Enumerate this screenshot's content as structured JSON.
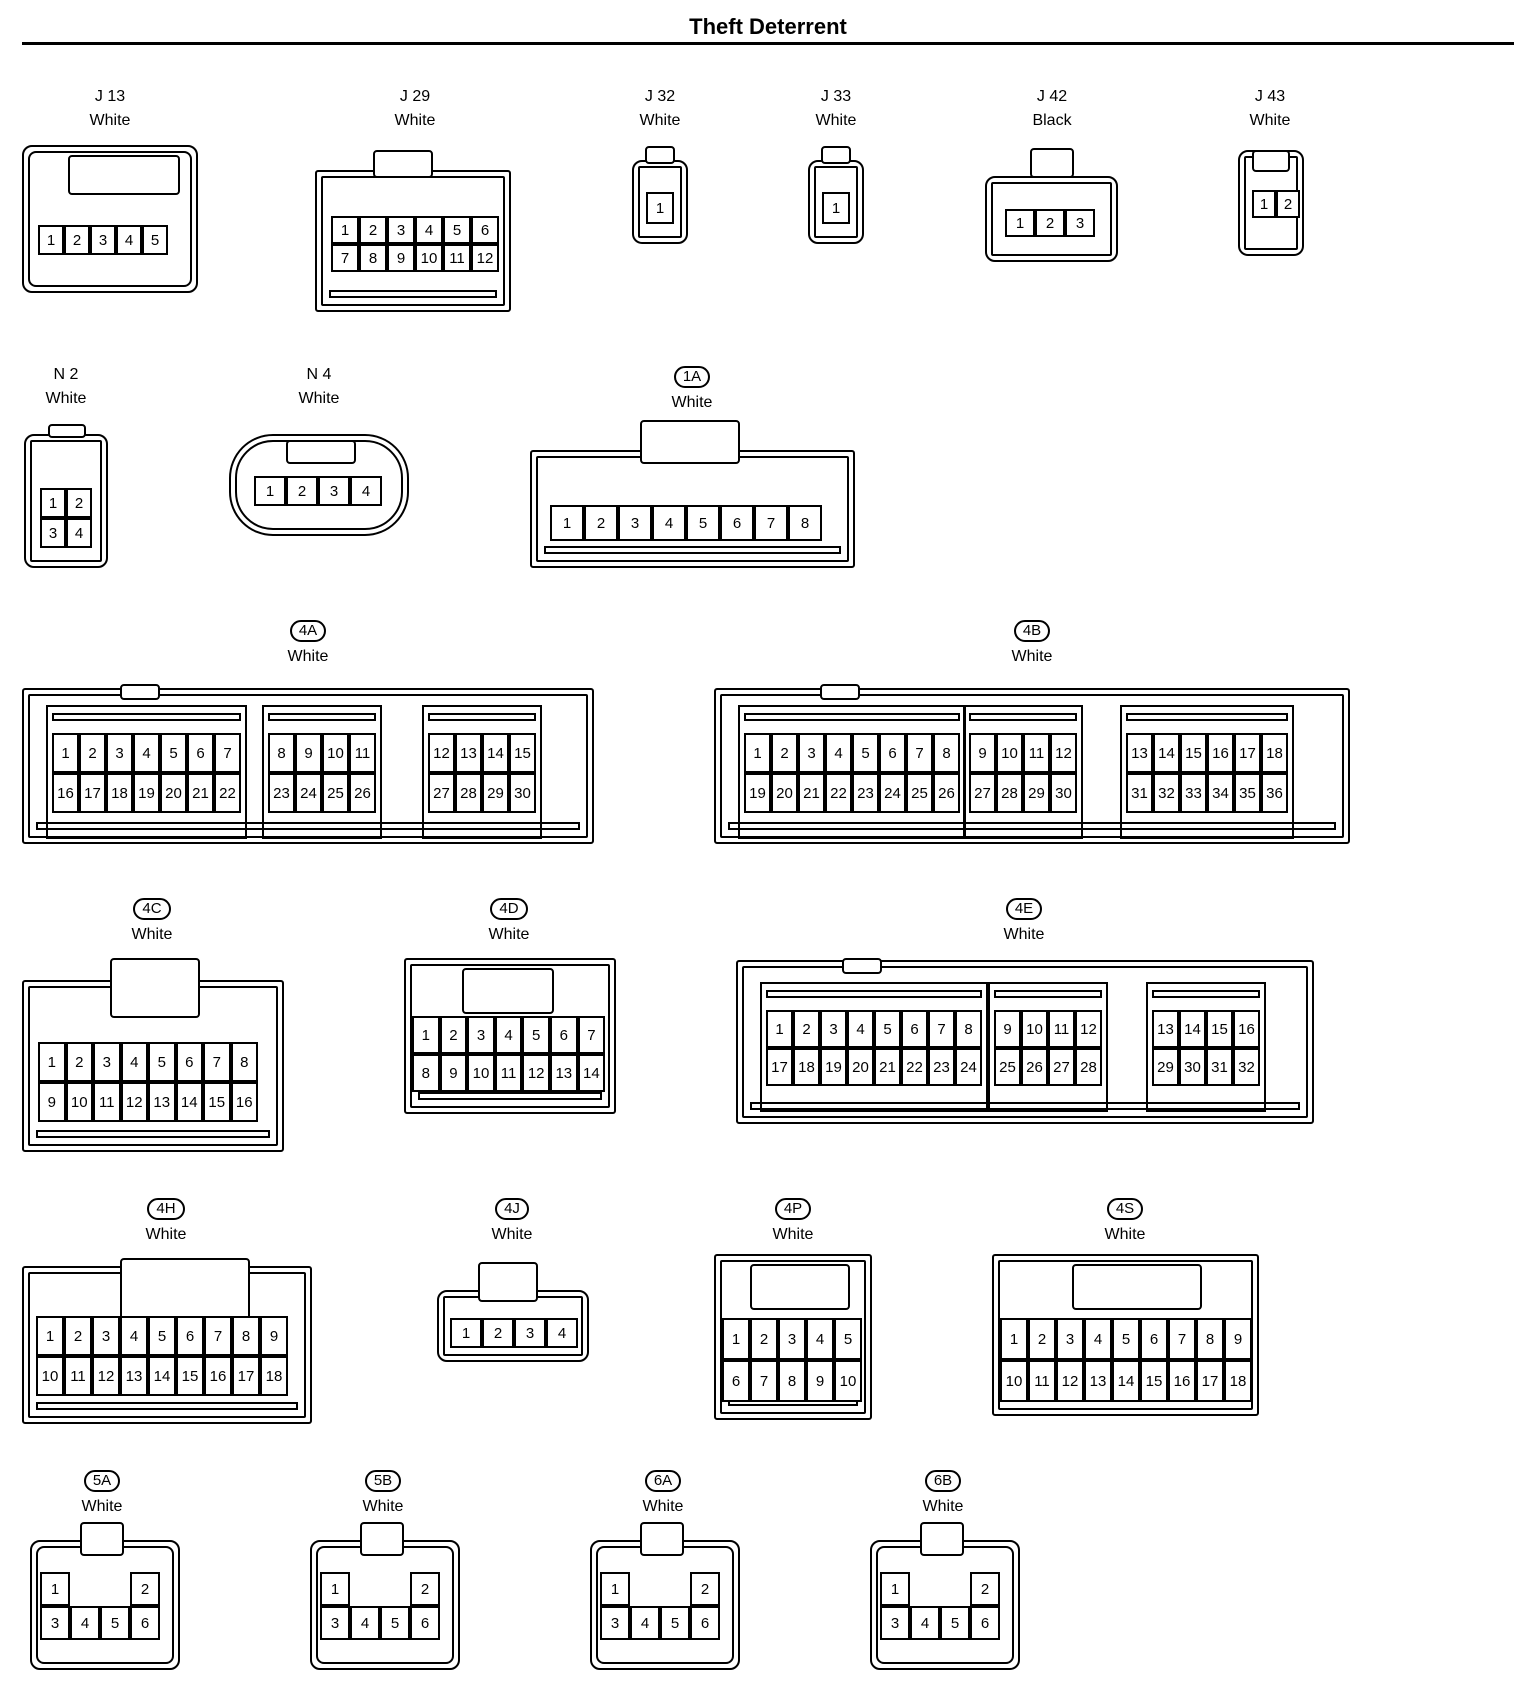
{
  "title": "Theft Deterrent",
  "connectors": [
    {
      "id": "J13",
      "display": "J 13",
      "badge": false,
      "color": "White",
      "rows": [
        [
          1,
          2,
          3,
          4,
          5
        ]
      ]
    },
    {
      "id": "J29",
      "display": "J 29",
      "badge": false,
      "color": "White",
      "rows": [
        [
          1,
          2,
          3,
          4,
          5,
          6
        ],
        [
          7,
          8,
          9,
          10,
          11,
          12
        ]
      ]
    },
    {
      "id": "J32",
      "display": "J 32",
      "badge": false,
      "color": "White",
      "rows": [
        [
          1
        ]
      ]
    },
    {
      "id": "J33",
      "display": "J 33",
      "badge": false,
      "color": "White",
      "rows": [
        [
          1
        ]
      ]
    },
    {
      "id": "J42",
      "display": "J 42",
      "badge": false,
      "color": "Black",
      "rows": [
        [
          1,
          2,
          3
        ]
      ]
    },
    {
      "id": "J43",
      "display": "J 43",
      "badge": false,
      "color": "White",
      "rows": [
        [
          1,
          2
        ]
      ]
    },
    {
      "id": "N2",
      "display": "N 2",
      "badge": false,
      "color": "White",
      "rows": [
        [
          1,
          2
        ],
        [
          3,
          4
        ]
      ]
    },
    {
      "id": "N4",
      "display": "N 4",
      "badge": false,
      "color": "White",
      "rows": [
        [
          1,
          2,
          3,
          4
        ]
      ]
    },
    {
      "id": "1A",
      "display": "1A",
      "badge": true,
      "color": "White",
      "rows": [
        [
          1,
          2,
          3,
          4,
          5,
          6,
          7,
          8
        ]
      ]
    },
    {
      "id": "4A",
      "display": "4A",
      "badge": true,
      "color": "White",
      "groups": [
        {
          "rows": [
            [
              1,
              2,
              3,
              4,
              5,
              6,
              7
            ],
            [
              16,
              17,
              18,
              19,
              20,
              21,
              22
            ]
          ]
        },
        {
          "rows": [
            [
              8,
              9,
              10,
              11
            ],
            [
              23,
              24,
              25,
              26
            ]
          ]
        },
        {
          "rows": [
            [
              12,
              13,
              14,
              15
            ],
            [
              27,
              28,
              29,
              30
            ]
          ]
        }
      ]
    },
    {
      "id": "4B",
      "display": "4B",
      "badge": true,
      "color": "White",
      "groups": [
        {
          "rows": [
            [
              1,
              2,
              3,
              4,
              5,
              6,
              7,
              8
            ],
            [
              19,
              20,
              21,
              22,
              23,
              24,
              25,
              26
            ]
          ]
        },
        {
          "rows": [
            [
              9,
              10,
              11,
              12
            ],
            [
              27,
              28,
              29,
              30
            ]
          ]
        },
        {
          "rows": [
            [
              13,
              14,
              15,
              16,
              17,
              18
            ],
            [
              31,
              32,
              33,
              34,
              35,
              36
            ]
          ]
        }
      ]
    },
    {
      "id": "4C",
      "display": "4C",
      "badge": true,
      "color": "White",
      "rows": [
        [
          1,
          2,
          3,
          4,
          5,
          6,
          7,
          8
        ],
        [
          9,
          10,
          11,
          12,
          13,
          14,
          15,
          16
        ]
      ]
    },
    {
      "id": "4D",
      "display": "4D",
      "badge": true,
      "color": "White",
      "rows": [
        [
          1,
          2,
          3,
          4,
          5,
          6,
          7
        ],
        [
          8,
          9,
          10,
          11,
          12,
          13,
          14
        ]
      ]
    },
    {
      "id": "4E",
      "display": "4E",
      "badge": true,
      "color": "White",
      "groups": [
        {
          "rows": [
            [
              1,
              2,
              3,
              4,
              5,
              6,
              7,
              8
            ],
            [
              17,
              18,
              19,
              20,
              21,
              22,
              23,
              24
            ]
          ]
        },
        {
          "rows": [
            [
              9,
              10,
              11,
              12
            ],
            [
              25,
              26,
              27,
              28
            ]
          ]
        },
        {
          "rows": [
            [
              13,
              14,
              15,
              16
            ],
            [
              29,
              30,
              31,
              32
            ]
          ]
        }
      ]
    },
    {
      "id": "4H",
      "display": "4H",
      "badge": true,
      "color": "White",
      "rows": [
        [
          1,
          2,
          3,
          4,
          5,
          6,
          7,
          8,
          9
        ],
        [
          10,
          11,
          12,
          13,
          14,
          15,
          16,
          17,
          18
        ]
      ]
    },
    {
      "id": "4J",
      "display": "4J",
      "badge": true,
      "color": "White",
      "rows": [
        [
          1,
          2,
          3,
          4
        ]
      ]
    },
    {
      "id": "4P",
      "display": "4P",
      "badge": true,
      "color": "White",
      "rows": [
        [
          1,
          2,
          3,
          4,
          5
        ],
        [
          6,
          7,
          8,
          9,
          10
        ]
      ]
    },
    {
      "id": "4S",
      "display": "4S",
      "badge": true,
      "color": "White",
      "rows": [
        [
          1,
          2,
          3,
          4,
          5,
          6,
          7,
          8,
          9
        ],
        [
          10,
          11,
          12,
          13,
          14,
          15,
          16,
          17,
          18
        ]
      ]
    },
    {
      "id": "5A",
      "display": "5A",
      "badge": true,
      "color": "White",
      "rows": [
        [
          1,
          2
        ],
        [
          3,
          4,
          5,
          6
        ]
      ]
    },
    {
      "id": "5B",
      "display": "5B",
      "badge": true,
      "color": "White",
      "rows": [
        [
          1,
          2
        ],
        [
          3,
          4,
          5,
          6
        ]
      ]
    },
    {
      "id": "6A",
      "display": "6A",
      "badge": true,
      "color": "White",
      "rows": [
        [
          1,
          2
        ],
        [
          3,
          4,
          5,
          6
        ]
      ]
    },
    {
      "id": "6B",
      "display": "6B",
      "badge": true,
      "color": "White",
      "rows": [
        [
          1,
          2
        ],
        [
          3,
          4,
          5,
          6
        ]
      ]
    }
  ]
}
